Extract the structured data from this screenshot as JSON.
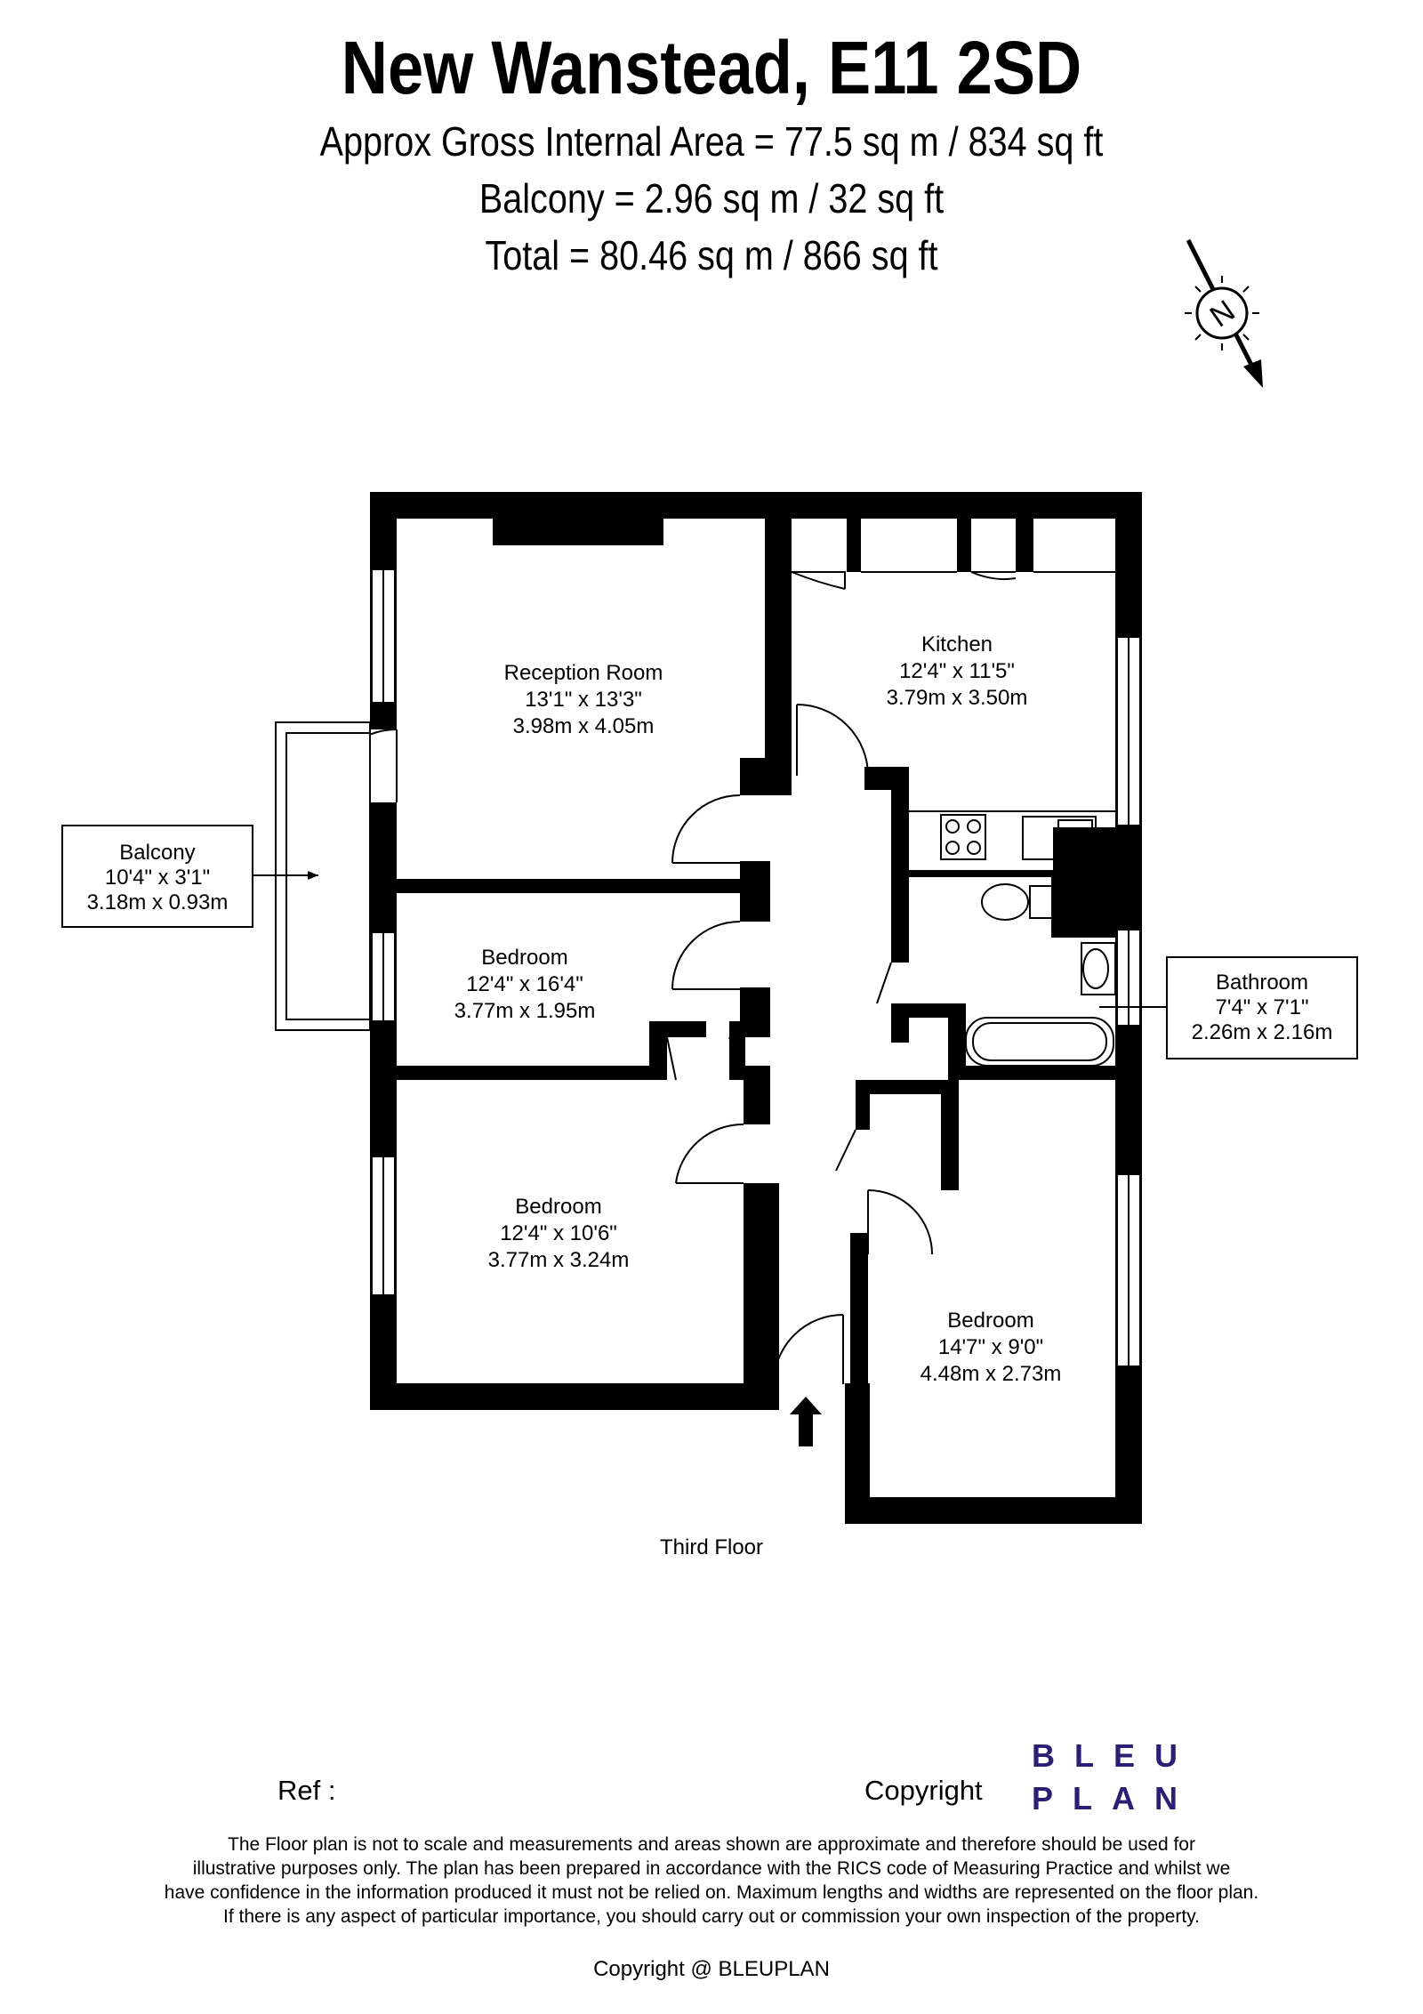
{
  "header": {
    "title": "New Wanstead, E11 2SD",
    "area_line": "Approx Gross Internal Area = 77.5 sq m / 834 sq ft",
    "balcony_line": "Balcony = 2.96 sq m / 32 sq ft",
    "total_line": "Total = 80.46 sq m / 866 sq ft"
  },
  "compass": {
    "label": "N"
  },
  "rooms": {
    "reception": {
      "name": "Reception Room",
      "imperial": "13'1\" x 13'3\"",
      "metric": "3.98m x 4.05m"
    },
    "kitchen": {
      "name": "Kitchen",
      "imperial": "12'4\" x 11'5\"",
      "metric": "3.79m x 3.50m"
    },
    "bedroom_small": {
      "name": "Bedroom",
      "imperial": "12'4\" x 16'4\"",
      "metric": "3.77m x 1.95m"
    },
    "bedroom_left": {
      "name": "Bedroom",
      "imperial": "12'4\" x 10'6\"",
      "metric": "3.77m x 3.24m"
    },
    "bedroom_right": {
      "name": "Bedroom",
      "imperial": "14'7\" x 9'0\"",
      "metric": "4.48m x 2.73m"
    },
    "balcony": {
      "name": "Balcony",
      "imperial": "10'4\" x 3'1\"",
      "metric": "3.18m x 0.93m"
    },
    "bathroom": {
      "name": "Bathroom",
      "imperial": "7'4\" x 7'1\"",
      "metric": "2.26m x 2.16m"
    }
  },
  "floor_label": "Third Floor",
  "footer": {
    "ref_label": "Ref  :",
    "copyright_label": "Copyright",
    "logo_line1": "BLEU",
    "logo_line2": "PLAN",
    "disclaimer": [
      "The Floor plan is not to scale and measurements and areas shown are approximate and therefore should be used for",
      "illustrative purposes only. The plan has been prepared in accordance with the RICS code of Measuring Practice and whilst we",
      "have confidence in the information produced it must not be relied on. Maximum lengths and widths are represented on the floor plan.",
      "If there is any aspect of particular importance, you should carry out or commission your own inspection of the property."
    ],
    "copyright_line": "Copyright @ BLEUPLAN"
  },
  "colors": {
    "wall": "#000000",
    "logo": "#2b1f74"
  }
}
